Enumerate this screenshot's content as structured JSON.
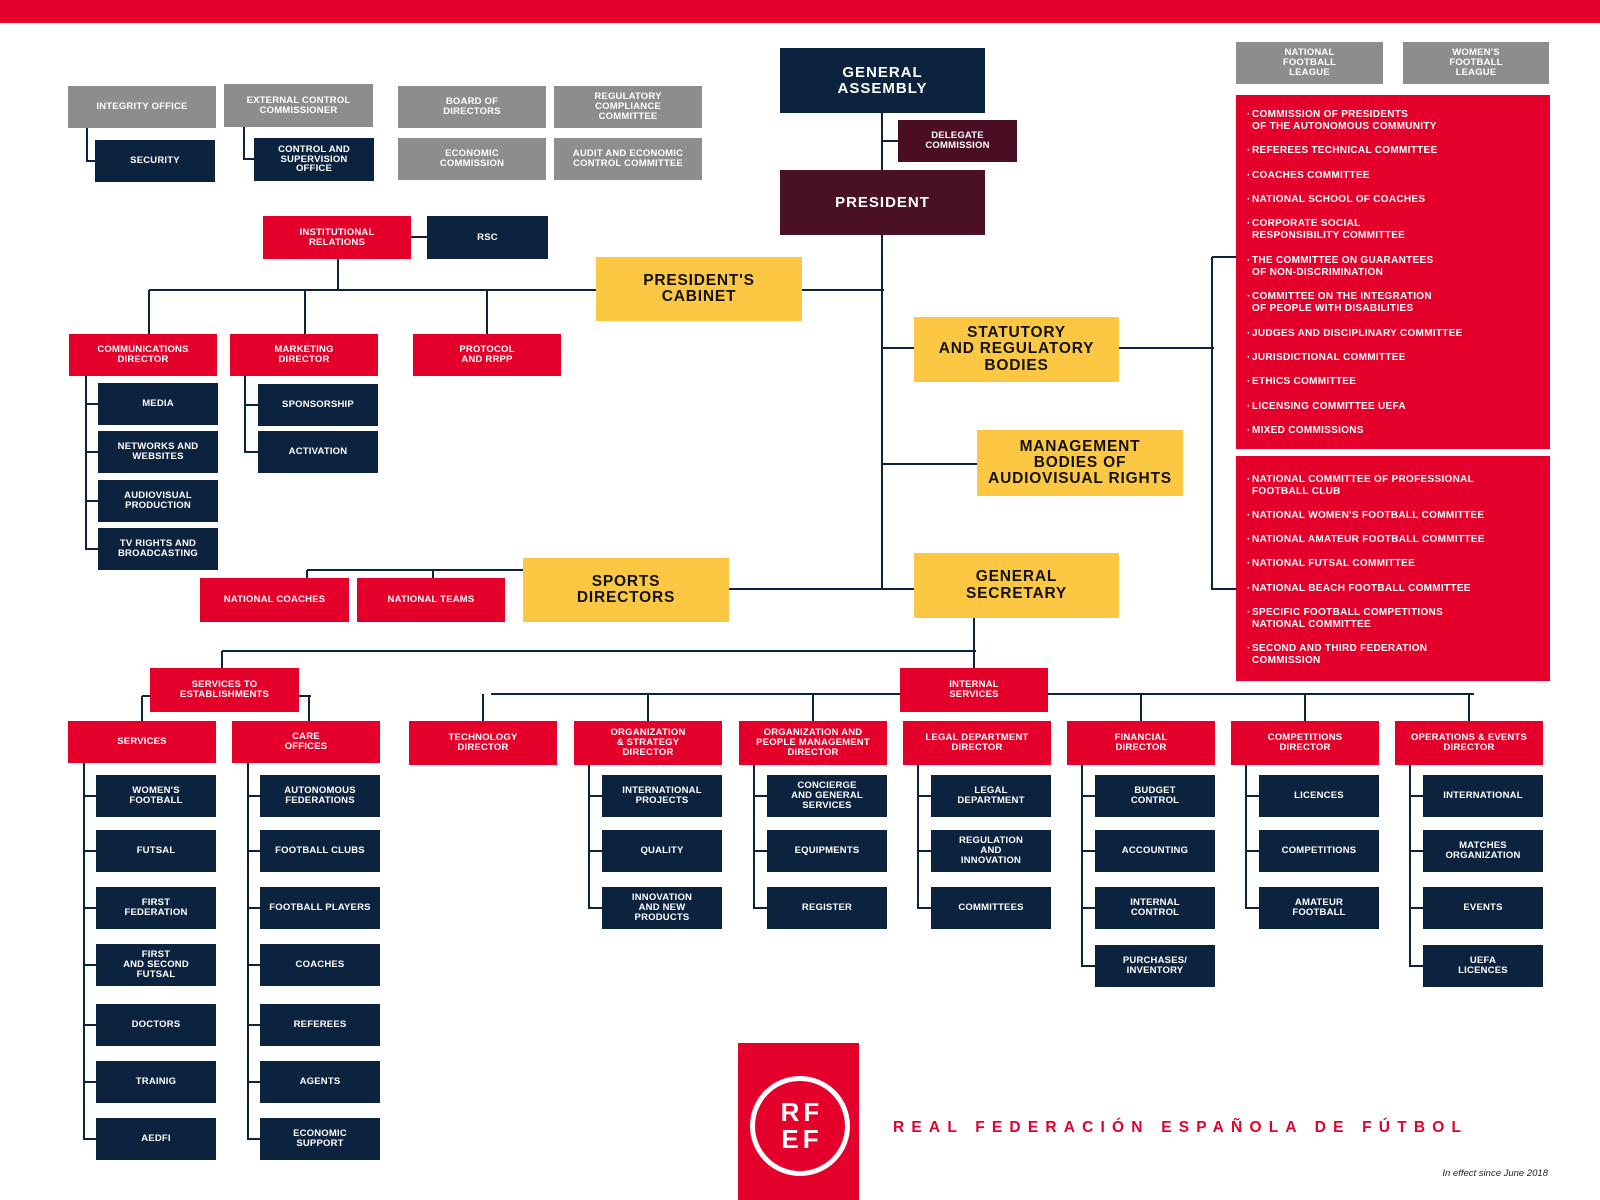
{
  "oversight": {
    "integrity_office": "INTEGRITY OFFICE",
    "security": "SECURITY",
    "external_control_commissioner": "EXTERNAL CONTROL\nCOMMISSIONER",
    "control_supervision_office": "CONTROL AND\nSUPERVISION\nOFFICE",
    "board_of_directors": "BOARD OF\nDIRECTORS",
    "regulatory_compliance_committee": "REGULATORY\nCOMPLIANCE\nCOMMITTEE",
    "economic_commission": "ECONOMIC\nCOMMISSION",
    "audit_economic_control_committee": "AUDIT AND ECONOMIC\nCONTROL COMMITTEE"
  },
  "governance": {
    "general_assembly": "GENERAL\nASSEMBLY",
    "delegate_commission": "DELEGATE\nCOMMISSION",
    "president": "PRESIDENT"
  },
  "cabinet": {
    "presidents_cabinet": "PRESIDENT'S\nCABINET",
    "institutional_relations": "INSTITUTIONAL\nRELATIONS",
    "rsc": "RSC",
    "communications_director": "COMMUNICATIONS\nDIRECTOR",
    "communications_units": [
      "MEDIA",
      "NETWORKS AND\nWEBSITES",
      "AUDIOVISUAL\nPRODUCTION",
      "TV RIGHTS AND\nBROADCASTING"
    ],
    "marketing_director": "MARKETING\nDIRECTOR",
    "marketing_units": [
      "SPONSORSHIP",
      "ACTIVATION"
    ],
    "protocol": "PROTOCOL\nAND RRPP"
  },
  "statutory": {
    "title": "STATUTORY\nAND REGULATORY\nBODIES",
    "leagues": [
      "NATIONAL\nFOOTBALL\nLEAGUE",
      "WOMEN'S\nFOOTBALL\nLEAGUE"
    ],
    "committees_a": [
      "COMMISSION OF PRESIDENTS\n OF THE AUTONOMOUS COMMUNITY",
      "REFEREES TECHNICAL COMMITTEE",
      "COACHES COMMITTEE",
      "NATIONAL SCHOOL OF COACHES",
      "CORPORATE SOCIAL\n RESPONSIBILITY COMMITTEE",
      "THE COMMITTEE ON GUARANTEES\n OF NON-DISCRIMINATION",
      "COMMITTEE ON THE INTEGRATION\n OF PEOPLE WITH DISABILITIES",
      "JUDGES AND DISCIPLINARY COMMITTEE",
      "JURISDICTIONAL COMMITTEE",
      "ETHICS COMMITTEE",
      "LICENSING COMMITTEE UEFA",
      "MIXED COMMISSIONS"
    ],
    "committees_b": [
      "NATIONAL COMMITTEE OF PROFESSIONAL\n FOOTBALL CLUB",
      "NATIONAL WOMEN'S FOOTBALL COMMITTEE",
      "NATIONAL AMATEUR FOOTBALL COMMITTEE",
      "NATIONAL FUTSAL COMMITTEE",
      "NATIONAL BEACH FOOTBALL COMMITTEE",
      "SPECIFIC FOOTBALL COMPETITIONS\n NATIONAL COMMITTEE",
      "SECOND AND THIRD FEDERATION\n COMMISSION"
    ]
  },
  "management_bodies": "MANAGEMENT\nBODIES OF\nAUDIOVISUAL RIGHTS",
  "sports": {
    "title": "SPORTS\nDIRECTORS",
    "national_coaches": "NATIONAL COACHES",
    "national_teams": "NATIONAL TEAMS"
  },
  "general_secretary": {
    "title": "GENERAL\nSECRETARY",
    "services_to_establishments": {
      "title": "SERVICES TO\nESTABLISHMENTS",
      "services": {
        "title": "SERVICES",
        "units": [
          "WOMEN'S\nFOOTBALL",
          "FUTSAL",
          "FIRST\nFEDERATION",
          "FIRST\nAND SECOND\nFUTSAL",
          "DOCTORS",
          "TRAINIG",
          "AEDFI"
        ]
      },
      "care_offices": {
        "title": "CARE\nOFFICES",
        "units": [
          "AUTONOMOUS\nFEDERATIONS",
          "FOOTBALL CLUBS",
          "FOOTBALL PLAYERS",
          "COACHES",
          "REFEREES",
          "AGENTS",
          "ECONOMIC\nSUPPORT"
        ]
      }
    },
    "internal_services": {
      "title": "INTERNAL\nSERVICES",
      "directors": [
        {
          "title": "TECHNOLOGY\nDIRECTOR",
          "units": []
        },
        {
          "title": "ORGANIZATION\n& STRATEGY\nDIRECTOR",
          "units": [
            "INTERNATIONAL\nPROJECTS",
            "QUALITY",
            "INNOVATION\nAND NEW\nPRODUCTS"
          ]
        },
        {
          "title": "ORGANIZATION AND\nPEOPLE MANAGEMENT\nDIRECTOR",
          "units": [
            "CONCIERGE\nAND GENERAL\nSERVICES",
            "EQUIPMENTS",
            "REGISTER"
          ]
        },
        {
          "title": "LEGAL DEPARTMENT\nDIRECTOR",
          "units": [
            "LEGAL\nDEPARTMENT",
            "REGULATION\nAND\nINNOVATION",
            "COMMITTEES"
          ]
        },
        {
          "title": "FINANCIAL\nDIRECTOR",
          "units": [
            "BUDGET\nCONTROL",
            "ACCOUNTING",
            "INTERNAL\nCONTROL",
            "PURCHASES/\nINVENTORY"
          ]
        },
        {
          "title": "COMPETITIONS\nDIRECTOR",
          "units": [
            "LICENCES",
            "COMPETITIONS",
            "AMATEUR\nFOOTBALL"
          ]
        },
        {
          "title": "OPERATIONS & EVENTS\nDIRECTOR",
          "units": [
            "INTERNATIONAL",
            "MATCHES\nORGANIZATION",
            "EVENTS",
            "UEFA\nLICENCES"
          ]
        }
      ]
    }
  },
  "footer": {
    "logo_letters": "RF\nEF",
    "federation_name": "REAL FEDERACIÓN ESPAÑOLA DE FÚTBOL",
    "effective_date": "In effect since June 2018"
  },
  "colors": {
    "red": "#e4002b",
    "navy": "#0c2340",
    "gray": "#8d8d8d",
    "yellow": "#fcc844",
    "maroon": "#4a1024"
  }
}
